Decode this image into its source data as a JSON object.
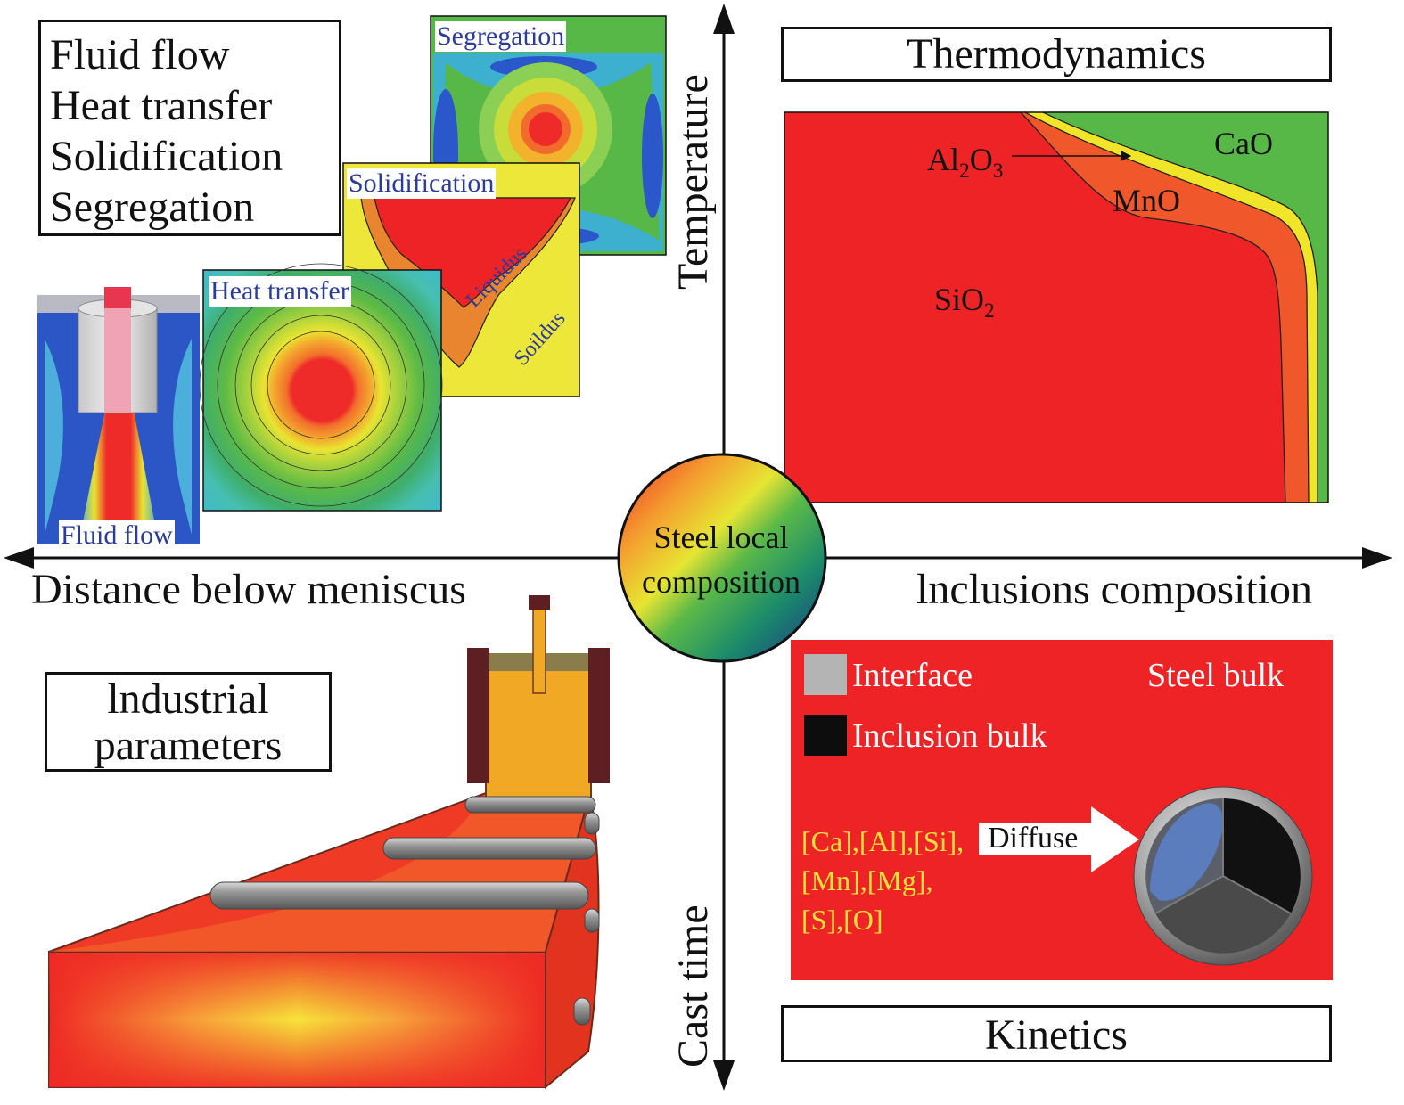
{
  "top_left": {
    "title_lines": [
      "Fluid flow",
      "Heat transfer",
      "Solidification",
      "Segregation"
    ],
    "panels": {
      "segregation": "Segregation",
      "solidification": "Solidification",
      "heat_transfer": "Heat transfer",
      "fluid_flow": "Fluid flow"
    },
    "solidification_curves": {
      "liquidus": "Liquidus",
      "solidus": "Soildus"
    }
  },
  "axes": {
    "up": "Temperature",
    "down": "Cast time",
    "left": "Distance below meniscus",
    "right": "lnclusions composition"
  },
  "center": {
    "line1": "Steel local",
    "line2": "composition"
  },
  "thermodynamics": {
    "title": "Thermodynamics",
    "phases": {
      "al2o3": {
        "base": "Al",
        "sub1": "2",
        "mid": "O",
        "sub2": "3"
      },
      "cao": "CaO",
      "mno": "MnO",
      "sio2": {
        "base": "SiO",
        "sub": "2"
      }
    }
  },
  "kinetics": {
    "title": "Kinetics",
    "legend_interface": "Interface",
    "legend_inclusion_bulk": "Inclusion bulk",
    "steel_bulk": "Steel bulk",
    "elements_lines": [
      "[Ca],[Al],[Si],",
      "[Mn],[Mg],",
      "[S],[O]"
    ],
    "diffuse": "Diffuse"
  },
  "industrial": {
    "line1": "lndustrial",
    "line2": "parameters"
  },
  "colors": {
    "red": "#ee2326",
    "orange": "#f0572a",
    "yellow": "#f1e529",
    "green": "#58b847",
    "blue_label": "#2a3b9c",
    "element_text": "#ffe23a",
    "axis": "#111111"
  }
}
